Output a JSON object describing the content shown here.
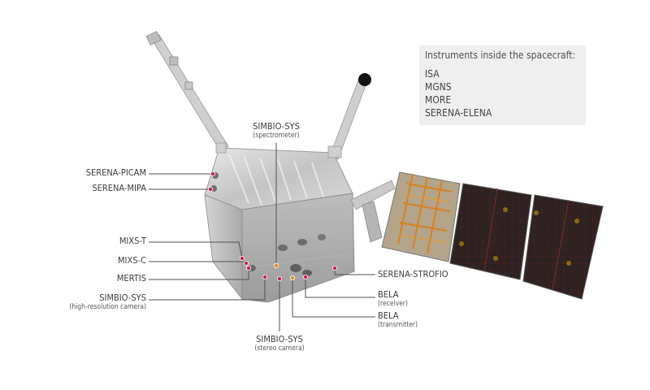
{
  "instruments_panel": {
    "title": "Instruments inside the spacecraft:",
    "items": [
      "ISA",
      "MGNS",
      "MORE",
      "SERENA-ELENA"
    ]
  },
  "labels": {
    "serena_picam": "SERENA-PICAM",
    "serena_mipa": "SERENA-MIPA",
    "mixs_t": "MIXS-T",
    "mixs_c": "MIXS-C",
    "mertis": "MERTIS",
    "simbio_hr": {
      "name": "SIMBIO-SYS",
      "sub": "(high-resolution camera)"
    },
    "simbio_spec": {
      "name": "SIMBIO-SYS",
      "sub": "(spectrometer)"
    },
    "simbio_stereo": {
      "name": "SIMBIO-SYS",
      "sub": "(stereo camera)"
    },
    "serena_strofio": "SERENA-STROFIO",
    "bela_receiver": {
      "name": "BELA",
      "sub": "(receiver)"
    },
    "bela_transmitter": {
      "name": "BELA",
      "sub": "(transmitter)"
    }
  },
  "colors": {
    "marker": "#c8204a",
    "marker_alt": "#e08a2a",
    "leader": "#505050",
    "panel_bg": "#efefef"
  }
}
